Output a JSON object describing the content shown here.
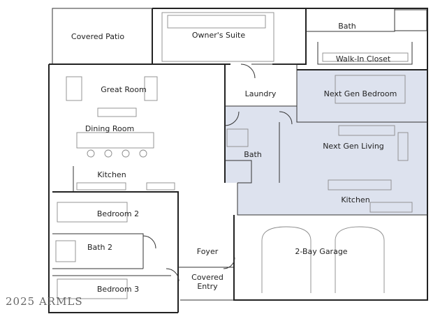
{
  "plan": {
    "highlight_color": "#dde2ee",
    "wall_color": "#222222",
    "rooms": {
      "covered_patio": "Covered Patio",
      "owners_suite": "Owner's Suite",
      "bath_master": "Bath",
      "walk_in_closet": "Walk-In Closet",
      "great_room": "Great Room",
      "laundry": "Laundry",
      "next_gen_bedroom": "Next Gen Bedroom",
      "dining_room": "Dining Room",
      "next_gen_living": "Next Gen Living",
      "bath_next_gen": "Bath",
      "kitchen_main": "Kitchen",
      "kitchen_next_gen": "Kitchen",
      "bedroom_2": "Bedroom 2",
      "bath_2": "Bath 2",
      "foyer": "Foyer",
      "two_bay_garage": "2-Bay Garage",
      "covered_entry_line1": "Covered",
      "covered_entry_line2": "Entry",
      "bedroom_3": "Bedroom 3"
    },
    "watermark": "2025 ARMLS"
  }
}
